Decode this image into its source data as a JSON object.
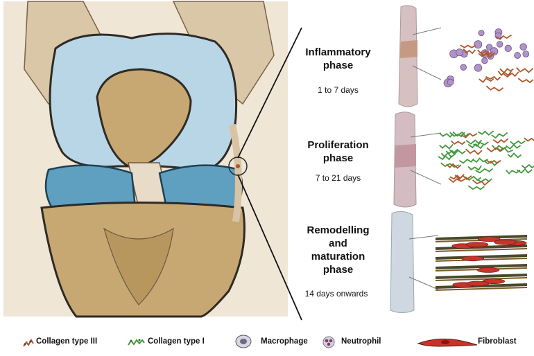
{
  "phases": [
    {
      "title_lines": [
        "Inflammatory",
        "phase"
      ],
      "days": "1 to 7 days"
    },
    {
      "title_lines": [
        "Proliferation",
        "phase"
      ],
      "days": "7 to 21 days"
    },
    {
      "title_lines": [
        "Remodelling",
        "and",
        "maturation",
        "phase"
      ],
      "days": "14 days onwards"
    }
  ],
  "legend": [
    {
      "label": "Collagen type III",
      "icon": "collagen-type-iii-icon"
    },
    {
      "label": "Collagen type I",
      "icon": "collagen-type-i-icon"
    },
    {
      "label": "Macrophage",
      "icon": "macrophage-icon"
    },
    {
      "label": "Neutrophil",
      "icon": "neutrophil-icon"
    },
    {
      "label": "Fibroblast",
      "icon": "fibroblast-icon"
    }
  ],
  "colors": {
    "bone": "#c7a772",
    "cartilage": "#b9d6e6",
    "meniscus": "#5f9fc0",
    "ligament": "#e8dcc8",
    "tissue_pink": "#cdb0b4",
    "collagen_iii": "#b0552a",
    "collagen_i": "#3f9a3a",
    "cell_purple": "#b093c9",
    "fibroblast_red": "#c9332a"
  }
}
